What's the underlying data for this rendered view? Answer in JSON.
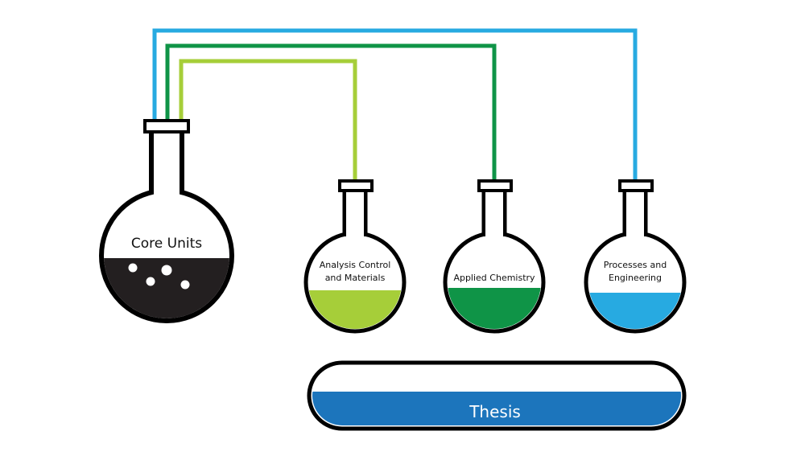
{
  "flasks": {
    "core": {
      "label": "Core Units",
      "fill_color": "#231f20"
    },
    "analysis": {
      "label_line1": "Analysis Control",
      "label_line2": "and Materials",
      "fill_color": "#a6ce39"
    },
    "applied": {
      "label": "Applied Chemistry",
      "fill_color": "#0f9447"
    },
    "processes": {
      "label_line1": "Processes and",
      "label_line2": "Engineering",
      "fill_color": "#27aae1"
    }
  },
  "thesis": {
    "label": "Thesis",
    "fill_color": "#1c75bc"
  },
  "connector_colors": {
    "analysis": "#a6ce39",
    "applied": "#0f9447",
    "processes": "#27aae1"
  },
  "outline_color": "#000000"
}
